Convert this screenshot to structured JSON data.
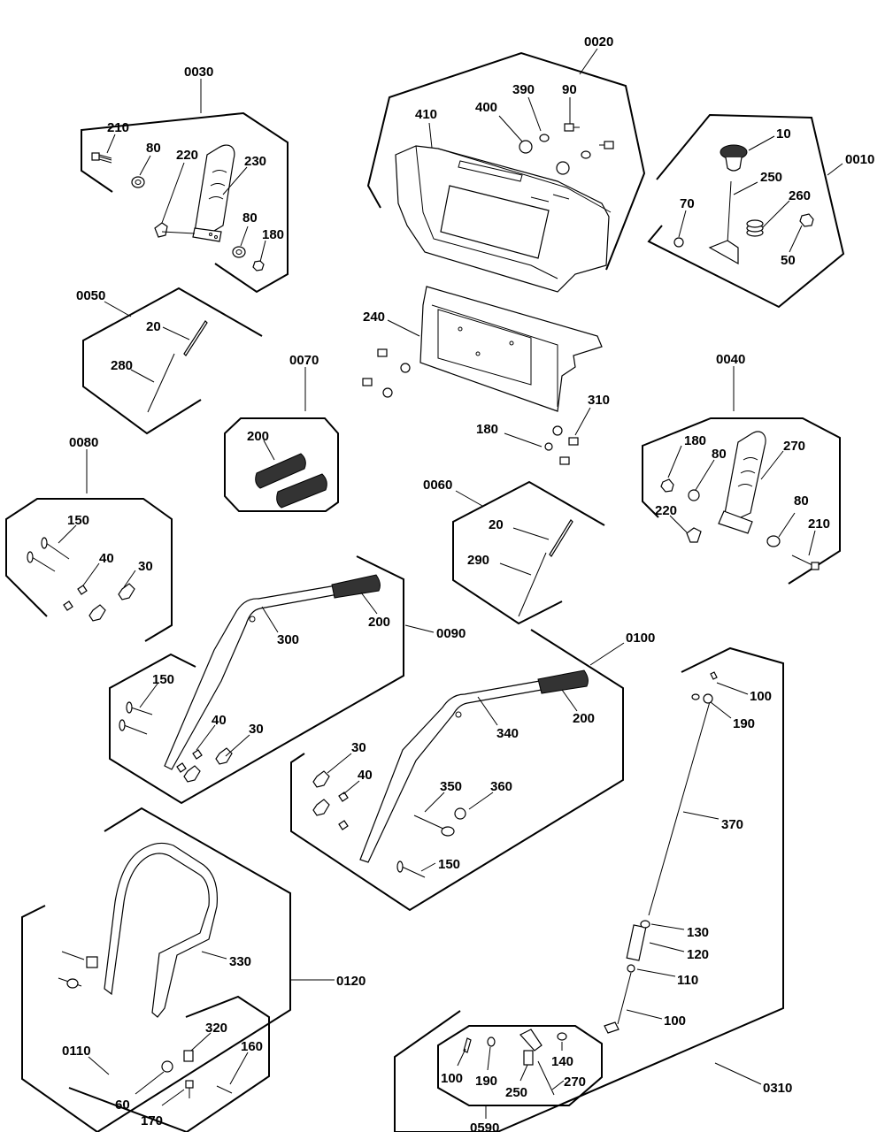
{
  "groups": [
    {
      "id": "0010"
    },
    {
      "id": "0020"
    },
    {
      "id": "0030"
    },
    {
      "id": "0040"
    },
    {
      "id": "0050"
    },
    {
      "id": "0060"
    },
    {
      "id": "0070"
    },
    {
      "id": "0080"
    },
    {
      "id": "0090"
    },
    {
      "id": "0100"
    },
    {
      "id": "0110"
    },
    {
      "id": "0120"
    },
    {
      "id": "0310"
    },
    {
      "id": "0590"
    }
  ],
  "callouts": [
    "210",
    "80",
    "220",
    "230",
    "80",
    "180",
    "390",
    "90",
    "400",
    "410",
    "240",
    "180",
    "310",
    "10",
    "250",
    "260",
    "70",
    "50",
    "20",
    "280",
    "200",
    "180",
    "80",
    "270",
    "220",
    "80",
    "210",
    "150",
    "40",
    "30",
    "20",
    "290",
    "300",
    "200",
    "150",
    "40",
    "30",
    "200",
    "340",
    "30",
    "40",
    "350",
    "360",
    "150",
    "100",
    "190",
    "370",
    "130",
    "120",
    "110",
    "100",
    "330",
    "320",
    "160",
    "60",
    "170",
    "100",
    "190",
    "250",
    "140",
    "270"
  ]
}
